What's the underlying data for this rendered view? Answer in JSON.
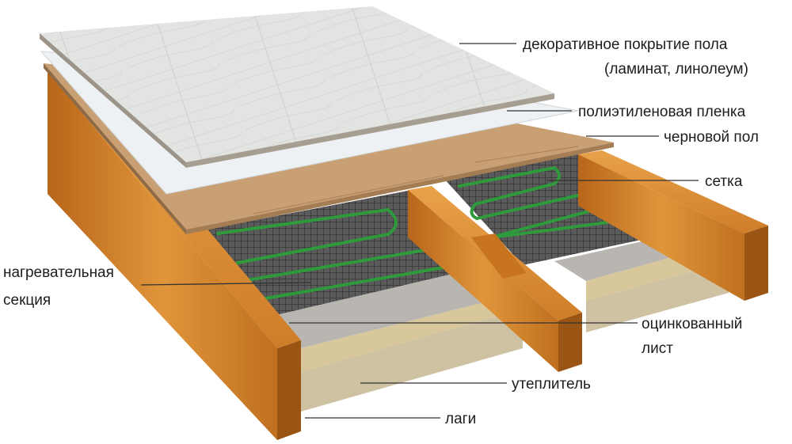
{
  "labels": {
    "decorative_line1": "декоративное покрытие пола",
    "decorative_line2": "(ламинат, линолеум)",
    "film": "полиэтиленовая пленка",
    "subfloor": "черновой пол",
    "mesh": "сетка",
    "heating_line1": "нагревательная",
    "heating_line2": "секция",
    "sheet_line1": "оцинкованный",
    "sheet_line2": "лист",
    "insulation": "утеплитель",
    "joists": "лаги"
  },
  "colors": {
    "wood_light": "#e0953a",
    "wood_mid": "#c8741f",
    "wood_dark": "#9a5414",
    "laminate": "#dfe2df",
    "film": "#eef1f3",
    "subfloor": "#c9a074",
    "mesh": "#4a4a4a",
    "cable": "#2e9a3c",
    "insulation": "#d8c79a",
    "sheet": "#c0bdb8",
    "leader": "#333333"
  }
}
